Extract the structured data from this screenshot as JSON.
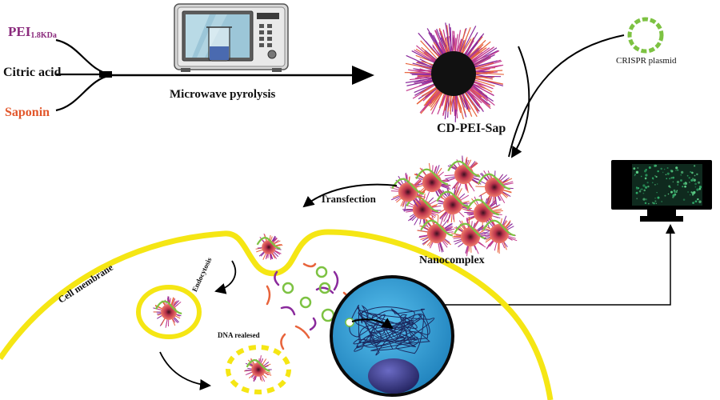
{
  "inputs": {
    "pei": "PEI",
    "pei_sub": "1.8KDa",
    "citric_acid": "Citric acid",
    "saponin": "Saponin"
  },
  "step_labels": {
    "microwave": "Microwave pyrolysis",
    "cd_pei_sap": "CD-PEI-Sap",
    "crispr_plasmid": "CRISPR plasmid",
    "transfection": "Transfection",
    "nanocomplex": "Nanocomplex",
    "cell_membrane": "Cell membrane",
    "endocytosis": "Endocytosis",
    "dna_released": "DNA realesed"
  },
  "colors": {
    "membrane": "#f5e614",
    "nucleus": "#3aa6de",
    "nucleolus": "#3a3a8c",
    "plasmid": "#7dc242",
    "pei_text": "#8a2a7c",
    "saponin_text": "#e2562a",
    "particle_core": "#111111",
    "particle_spikes": [
      "#c43c8e",
      "#e8643c",
      "#8a2a9c"
    ],
    "monitor_screen": "#0f2a1e"
  },
  "icons": [
    "microwave-icon",
    "beaker-icon",
    "monitor-icon",
    "plasmid-icon"
  ]
}
